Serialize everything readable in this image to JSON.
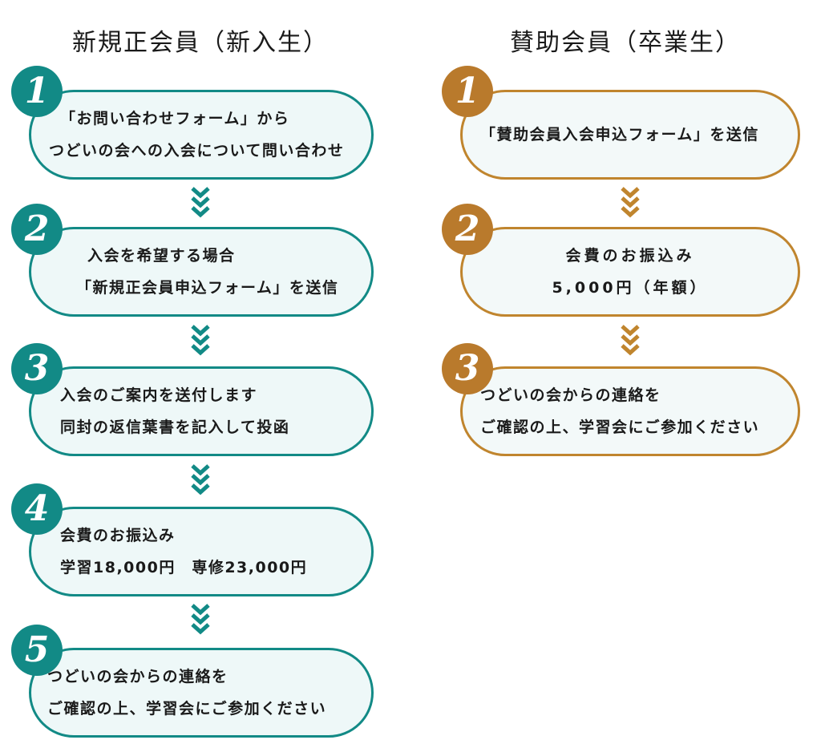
{
  "left": {
    "title": "新規正会員（新入生）",
    "accent": "#128a86",
    "steps": [
      {
        "num": "1",
        "lines": [
          "「お問い合わせフォーム」から",
          "つどいの会への入会について問い合わせ"
        ]
      },
      {
        "num": "2",
        "lines": [
          "入会を希望する場合",
          "「新規正会員申込フォーム」を送信"
        ]
      },
      {
        "num": "3",
        "lines": [
          "入会のご案内を送付します",
          "同封の返信葉書を記入して投函"
        ]
      },
      {
        "num": "4",
        "lines": [
          "会費のお振込み",
          "学習18,000円　専修23,000円"
        ]
      },
      {
        "num": "5",
        "lines": [
          "つどいの会からの連絡を",
          "ご確認の上、学習会にご参加ください"
        ]
      }
    ]
  },
  "right": {
    "title": "賛助会員（卒業生）",
    "accent": "#b97a2c",
    "steps": [
      {
        "num": "1",
        "lines": [
          "「賛助会員入会申込フォーム」を送信"
        ]
      },
      {
        "num": "2",
        "lines": [
          "会費のお振込み",
          "5,000円（年額）"
        ]
      },
      {
        "num": "3",
        "lines": [
          "つどいの会からの連絡を",
          "ご確認の上、学習会にご参加ください"
        ]
      }
    ]
  }
}
